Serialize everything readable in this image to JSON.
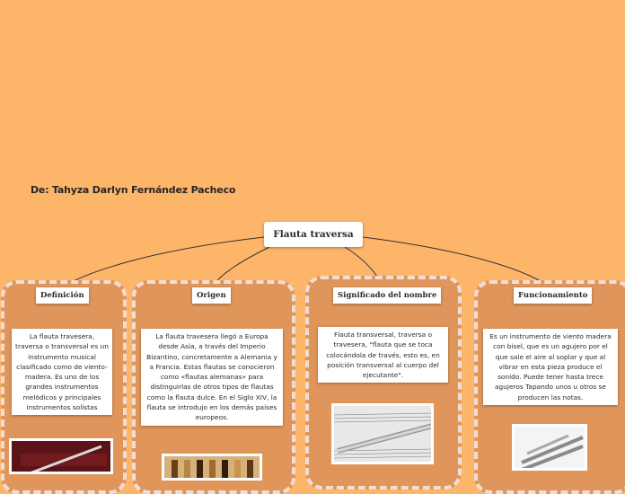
{
  "author": "De: Tahyza Darlyn Fernández Pacheco",
  "root": {
    "label": "Flauta traversa"
  },
  "branches": [
    {
      "title": "Definición",
      "text": "La flauta travesera, traversa o transversal es un instrumento musical clasificado como de viento-madera. Es uno de los grandes instrumentos melódicos y principales instrumentos solistas",
      "image": "flute-on-red-velvet"
    },
    {
      "title": "Origen",
      "text": "La flauta travesera llegó a Europa desde Asia, a través del Imperio Bizantino, concretamente a Alemania y a Francia. Estas flautas se conocieron como «flautas alemanas» para distinguirlas de otros tipos de flautas como la flauta dulce. En el Siglo XIV, la flauta se introdujo en los demás países europeos.",
      "image": "wooden-flutes"
    },
    {
      "title": "Significado del nombre",
      "text": "Flauta transversal, traversa o travesera, \"flauta que se toca colocándola de través, esto es, en posición transversal al cuerpo del ejecutante\".",
      "image": "flute-on-sheet-music"
    },
    {
      "title": "Funcionamiento",
      "text": "Es un instrumento de viento madera con bisel, que es un agujero por el que sale el aire al soplar y que al vibrar en esta pieza produce el sonido. Puede tener hasta trece agujeros Tapando unos u otros se producen las notas.",
      "image": "flute-in-case"
    }
  ]
}
